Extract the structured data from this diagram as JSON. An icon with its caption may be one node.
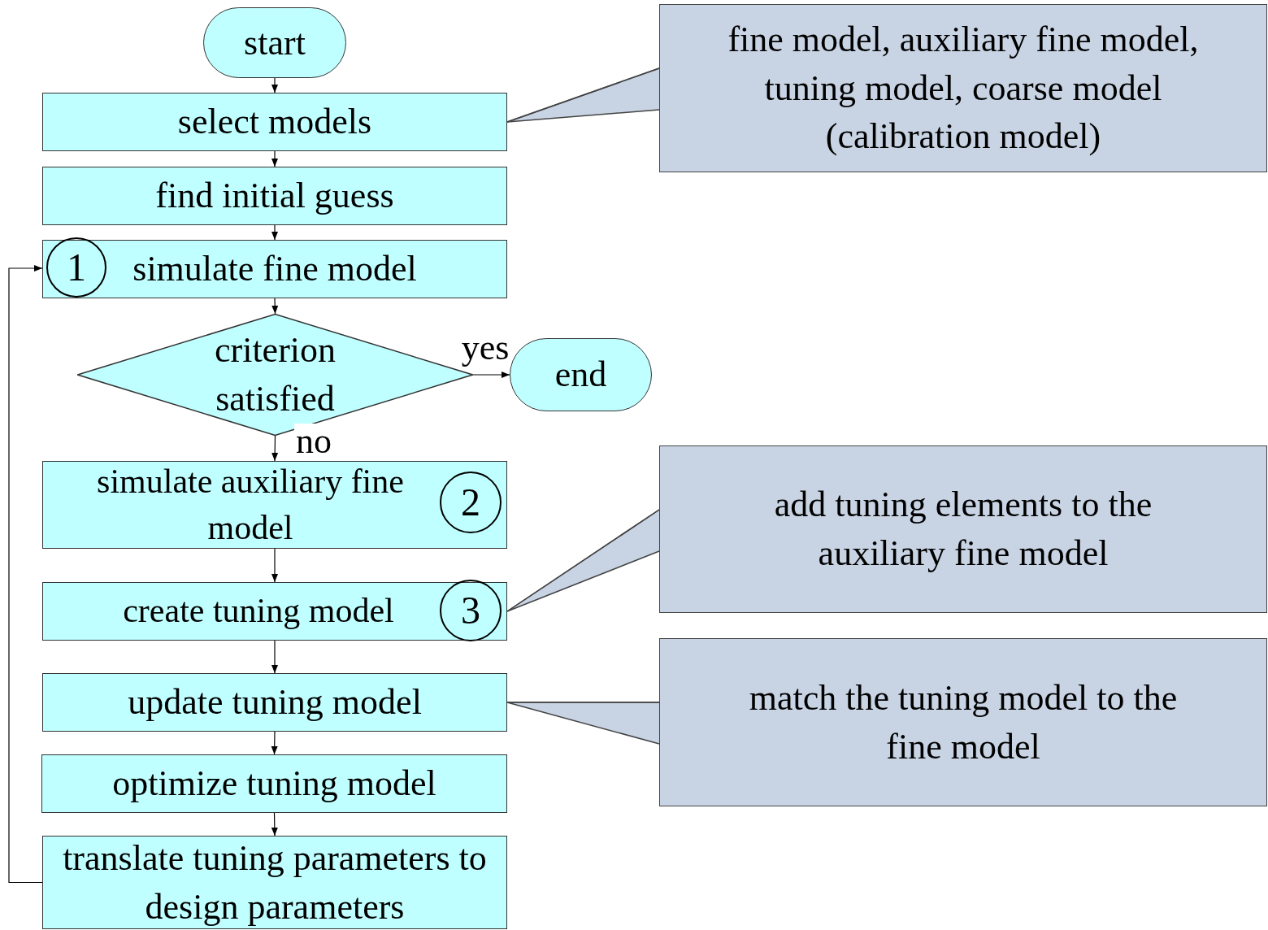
{
  "diagram": {
    "nodes": [
      {
        "text": [
          "start"
        ]
      },
      {
        "text": [
          "select models"
        ]
      },
      {
        "text": [
          "find initial guess"
        ]
      },
      {
        "text": [
          "simulate fine model"
        ]
      },
      {
        "text": [
          "1"
        ],
        "in": 3
      },
      {
        "text": [
          "criterion satisfied"
        ]
      },
      {
        "text": [
          "end"
        ]
      },
      {
        "text": [
          "simulate auxiliary fine model"
        ]
      },
      {
        "text": [
          "2"
        ],
        "in": 7
      },
      {
        "text": [
          "create tuning model"
        ]
      },
      {
        "text": [
          "3"
        ],
        "in": 9
      },
      {
        "text": [
          "update tuning model"
        ]
      },
      {
        "text": [
          "optimize tuning model"
        ]
      },
      {
        "text": [
          "translate tuning parameters to design parameters"
        ]
      },
      {
        "text": [
          "fine model, auxiliary fine model, tuning model, coarse model (calibration model)"
        ]
      },
      {
        "text": [
          "add tuning elements to the auxiliary fine model"
        ]
      },
      {
        "text": [
          "match the tuning model to the fine model"
        ]
      }
    ],
    "edges": [
      {
        "from": 0,
        "to": 1,
        "arrow": "to"
      },
      {
        "from": 1,
        "to": 2,
        "arrow": "to"
      },
      {
        "from": 2,
        "to": 3,
        "arrow": "to"
      },
      {
        "from": 3,
        "to": 5,
        "arrow": "to"
      },
      {
        "from": 5,
        "to": 6,
        "arrow": "to",
        "label": "yes"
      },
      {
        "from": 5,
        "to": 7,
        "arrow": "to",
        "label": "no"
      },
      {
        "from": 7,
        "to": 9,
        "arrow": "to"
      },
      {
        "from": 9,
        "to": 11,
        "arrow": "to"
      },
      {
        "from": 11,
        "to": 12,
        "arrow": "to"
      },
      {
        "from": 12,
        "to": 13,
        "arrow": "to"
      },
      {
        "from": 13,
        "to": 3,
        "arrow": "to"
      },
      {
        "from": 14,
        "to": 1,
        "arrow": "none"
      },
      {
        "from": 15,
        "to": 9,
        "arrow": "none"
      },
      {
        "from": 16,
        "to": 11,
        "arrow": "none"
      }
    ]
  }
}
